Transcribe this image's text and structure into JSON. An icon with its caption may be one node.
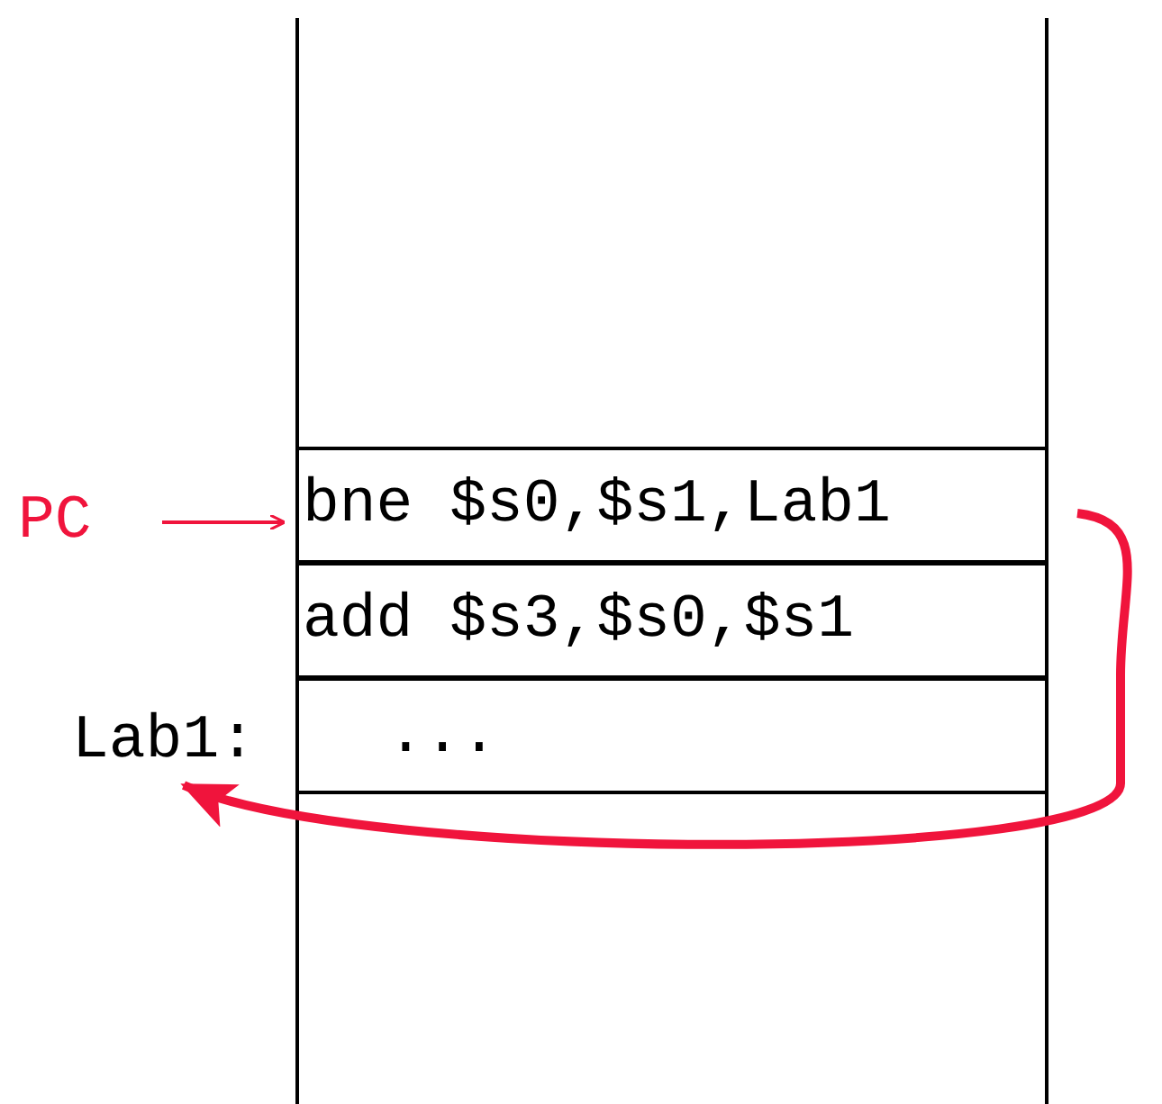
{
  "diagram": {
    "nodes": [
      {
        "text": [
          "PC"
        ]
      },
      {
        "text": [
          "bne $s0,$s1,Lab1"
        ]
      },
      {
        "text": [
          "add $s3,$s0,$s1"
        ]
      },
      {
        "text": [
          "Lab1:"
        ]
      },
      {
        "text": [
          "..."
        ]
      }
    ],
    "edges": [
      {
        "from": 0,
        "to": 1,
        "arrow": "to"
      },
      {
        "from": 1,
        "to": 3,
        "arrow": "to",
        "style": "thick"
      }
    ]
  }
}
